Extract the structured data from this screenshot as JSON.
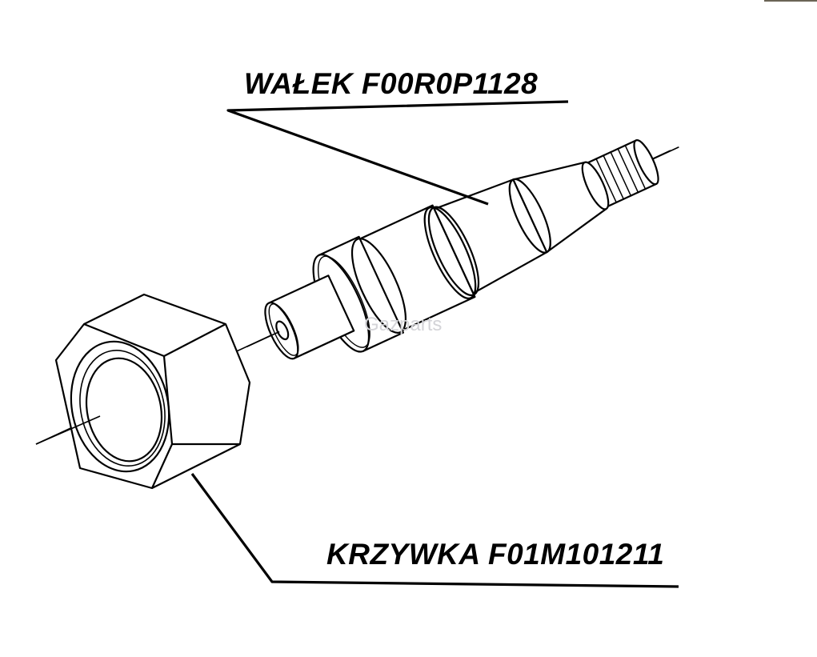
{
  "labels": {
    "shaft": "WAŁEK F00R0P1128",
    "cam": "KRZYWKA F01M101211"
  },
  "watermark": "Gazparts",
  "colors": {
    "line": "#000000",
    "background": "#ffffff"
  }
}
